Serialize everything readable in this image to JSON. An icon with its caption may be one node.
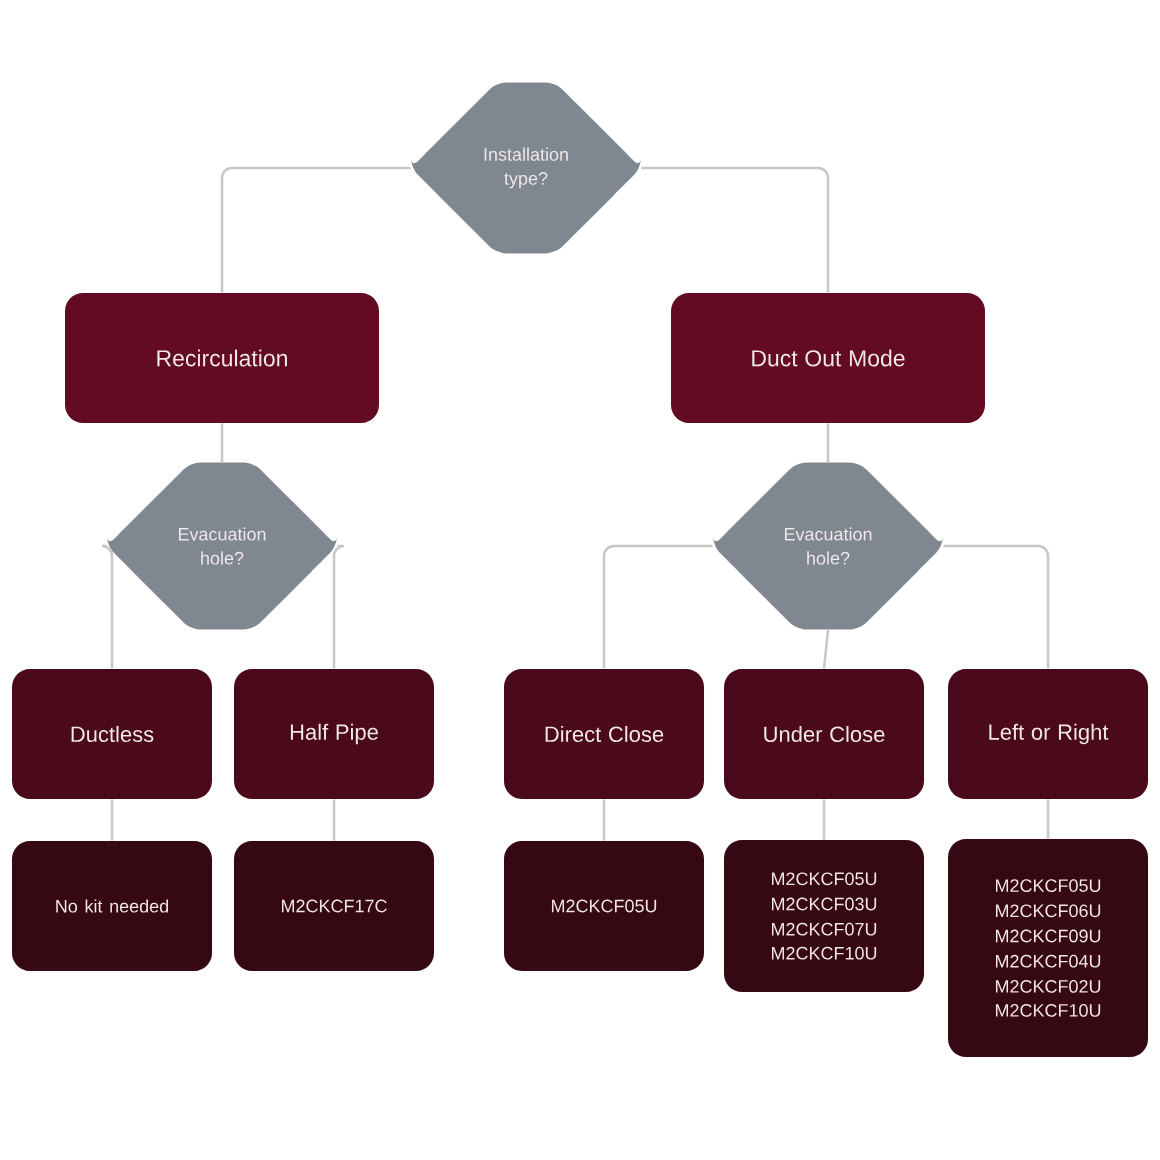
{
  "diagram": {
    "nodes": [
      {
        "text": [
          "Installation type?"
        ]
      },
      {
        "text": [
          "Recirculation"
        ]
      },
      {
        "text": [
          "Duct Out Mode"
        ]
      },
      {
        "text": [
          "Evacuation hole?"
        ]
      },
      {
        "text": [
          "Evacuation hole?"
        ]
      },
      {
        "text": [
          "Ductless"
        ]
      },
      {
        "text": [
          "Half Pipe"
        ]
      },
      {
        "text": [
          "Direct Close"
        ]
      },
      {
        "text": [
          "Under Close"
        ]
      },
      {
        "text": [
          "Left or Right"
        ]
      },
      {
        "text": [
          "No kit needed"
        ]
      },
      {
        "text": [
          "M2CKCF17C"
        ]
      },
      {
        "text": [
          "M2CKCF05U"
        ]
      },
      {
        "text": [
          "M2CKCF05U",
          "M2CKCF03U",
          "M2CKCF07U",
          "M2CKCF10U"
        ]
      },
      {
        "text": [
          "M2CKCF05U",
          "M2CKCF06U",
          "M2CKCF09U",
          "M2CKCF04U",
          "M2CKCF02U",
          "M2CKCF10U"
        ]
      }
    ],
    "edges": [
      {
        "from": 0,
        "to": 1,
        "arrow": "none"
      },
      {
        "from": 0,
        "to": 2,
        "arrow": "none"
      },
      {
        "from": 1,
        "to": 3,
        "arrow": "none"
      },
      {
        "from": 2,
        "to": 4,
        "arrow": "none"
      },
      {
        "from": 3,
        "to": 5,
        "arrow": "none"
      },
      {
        "from": 3,
        "to": 6,
        "arrow": "none"
      },
      {
        "from": 4,
        "to": 7,
        "arrow": "none"
      },
      {
        "from": 4,
        "to": 8,
        "arrow": "none"
      },
      {
        "from": 4,
        "to": 9,
        "arrow": "none"
      },
      {
        "from": 5,
        "to": 10,
        "arrow": "none"
      },
      {
        "from": 6,
        "to": 11,
        "arrow": "none"
      },
      {
        "from": 7,
        "to": 12,
        "arrow": "none"
      },
      {
        "from": 8,
        "to": 13,
        "arrow": "none"
      },
      {
        "from": 9,
        "to": 14,
        "arrow": "none"
      }
    ]
  }
}
